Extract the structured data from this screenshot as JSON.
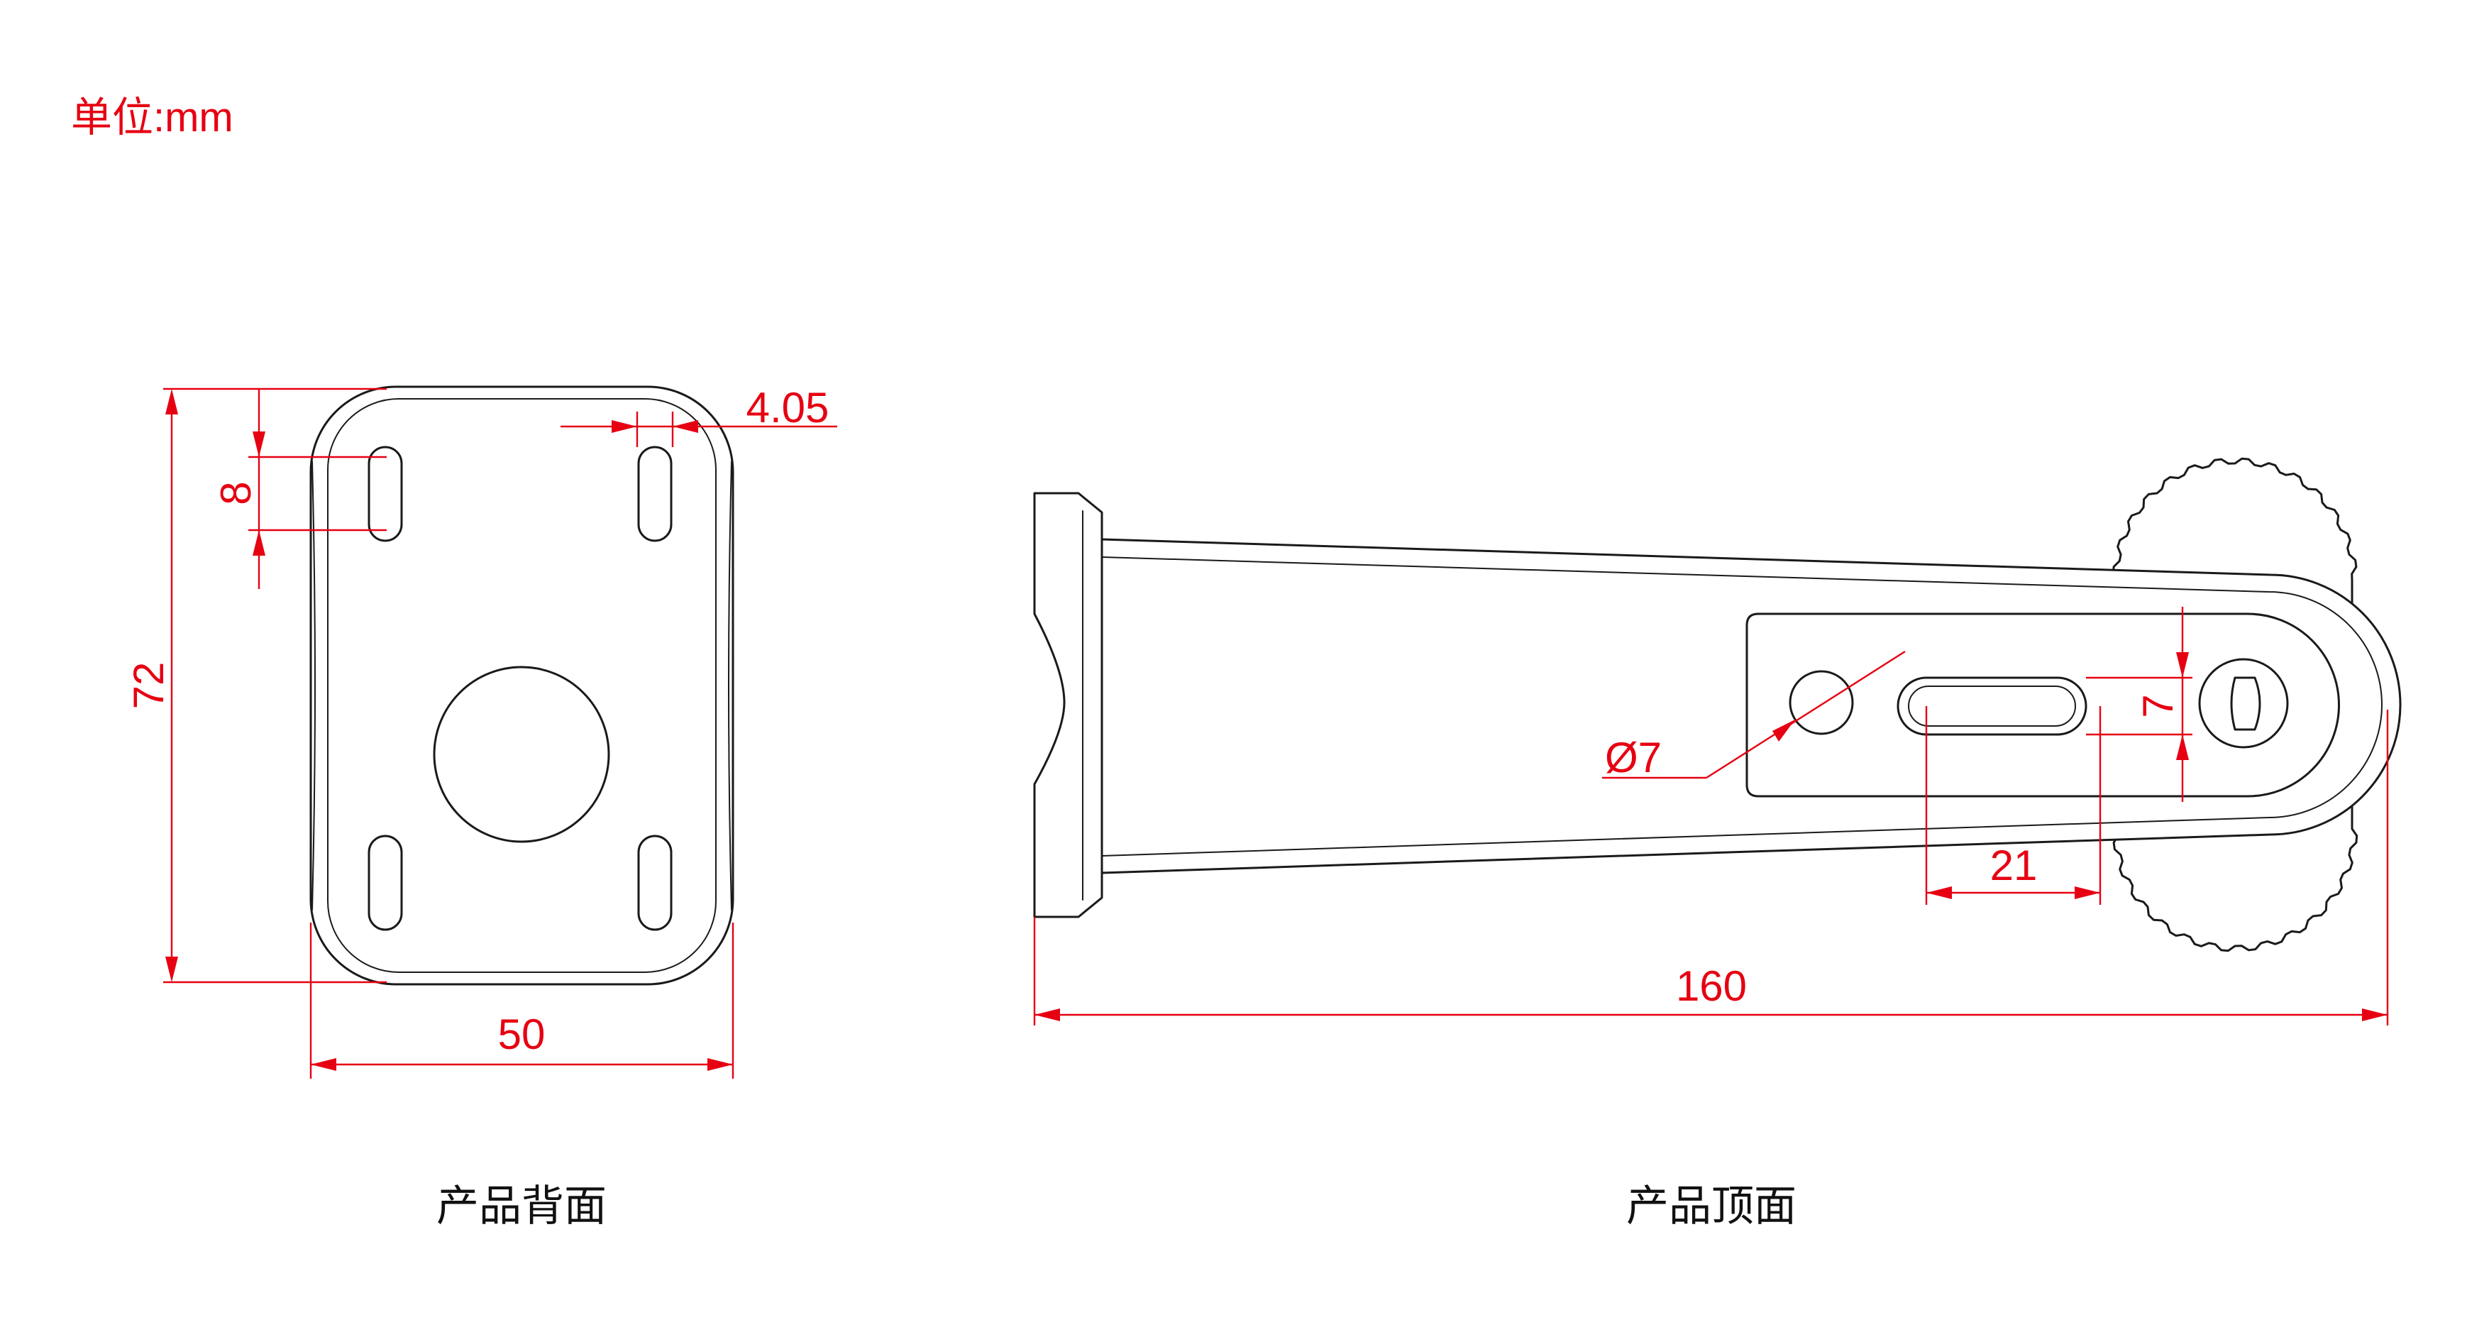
{
  "unit_label": "单位:mm",
  "views": {
    "back": {
      "caption": "产品背面",
      "dims": {
        "height": "72",
        "width": "50",
        "slot_length": "8",
        "edge_offset": "4.05"
      }
    },
    "top": {
      "caption": "产品顶面",
      "dims": {
        "hole_diameter": "Ø7",
        "slot_width": "7",
        "slot_length": "21",
        "overall_length": "160"
      }
    }
  },
  "colors": {
    "dimension": "#e60012",
    "outline": "#1a1a1a",
    "caption": "#111111"
  }
}
